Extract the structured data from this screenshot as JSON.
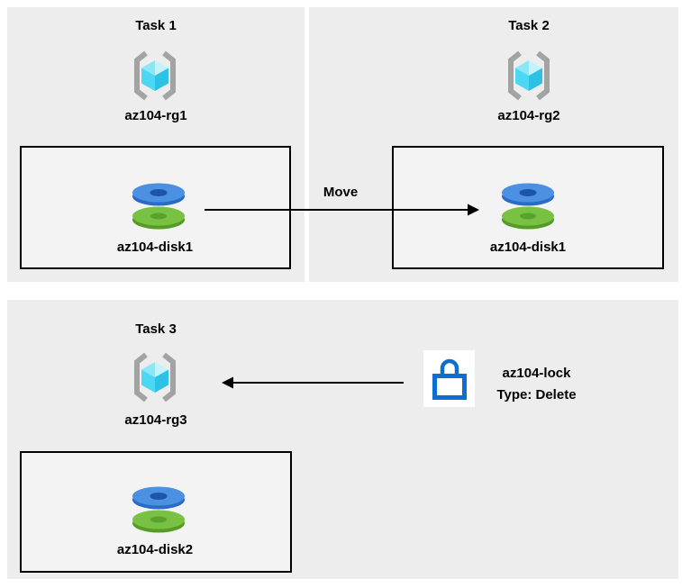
{
  "tasks": [
    {
      "title": "Task 1",
      "resource_group": "az104-rg1",
      "disk": "az104-disk1"
    },
    {
      "title": "Task 2",
      "resource_group": "az104-rg2",
      "disk": "az104-disk1"
    },
    {
      "title": "Task 3",
      "resource_group": "az104-rg3",
      "disk": "az104-disk2"
    }
  ],
  "move_arrow": {
    "label": "Move"
  },
  "lock": {
    "name": "az104-lock",
    "type": "Type: Delete"
  },
  "icons": {
    "resource_group": "resource-group-icon",
    "disk": "managed-disk-icon",
    "lock": "lock-icon"
  },
  "colors": {
    "panel": "#ededed",
    "box-fill": "#f3f3f3",
    "border": "#000000",
    "text": "#000000",
    "arrow": "#000000",
    "bracket": "#a3a3a3",
    "cube-tl": "#8be6f8",
    "cube-tr": "#c4f3fc",
    "cube-bl": "#4cd8f3",
    "cube-br": "#2bc2e6",
    "blue-top": "#4b90e2",
    "blue-side": "#2a6bc8",
    "blue-hole": "#1d55a8",
    "green-top": "#79c143",
    "green-side": "#559c26",
    "green-hole": "#58a32d",
    "lock-blue": "#0c6fd0"
  }
}
